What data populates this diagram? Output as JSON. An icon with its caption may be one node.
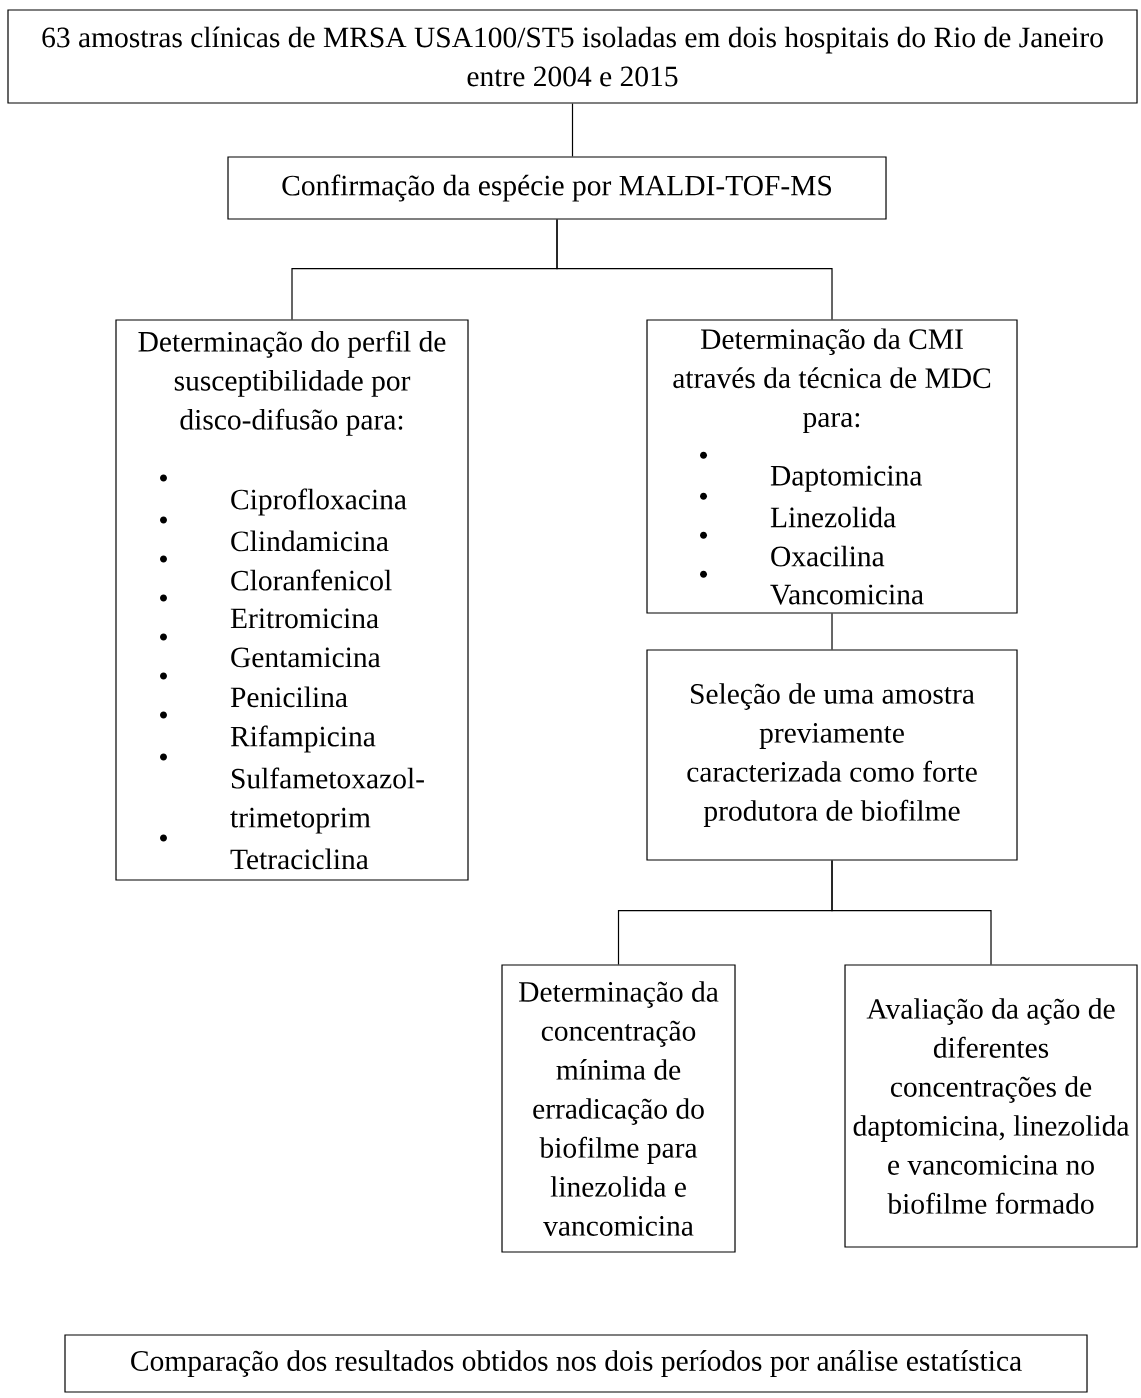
{
  "diagram": {
    "nodes": [
      {
        "text": [
          "63 amostras clínicas de MRSA USA100/ST5 isoladas em dois hospitais do Rio de Janeiro entre 2004 e 2015"
        ]
      },
      {
        "text": [
          "Confirmação da espécie por MALDI-TOF-MS"
        ]
      },
      {
        "text": [
          "Determinação do perfil de susceptibilidade por disco-difusão para:",
          "Ciprofloxacina",
          "Clindamicina",
          "Cloranfenicol",
          "Eritromicina",
          "Gentamicina",
          "Penicilina",
          "Rifampicina",
          "Sulfametoxazol-trimetoprim",
          "Tetraciclina"
        ]
      },
      {
        "text": [
          "Determinação da CMI através da técnica de MDC para:",
          "Daptomicina",
          "Linezolida",
          "Oxacilina",
          "Vancomicina"
        ]
      },
      {
        "text": [
          "Seleção de uma amostra previamente caracterizada como forte produtora de biofilme"
        ]
      },
      {
        "text": [
          "Determinação da concentração mínima de erradicação do biofilme para linezolida e vancomicina"
        ]
      },
      {
        "text": [
          "Avaliação da ação de diferentes concentrações de daptomicina, linezolida e vancomicina no biofilme formado"
        ]
      },
      {
        "text": [
          "Comparação dos resultados obtidos nos dois períodos por análise estatística"
        ]
      }
    ],
    "edges": [
      {
        "from": 0,
        "to": 1,
        "arrow": "none"
      },
      {
        "from": 1,
        "to": 2,
        "arrow": "none"
      },
      {
        "from": 1,
        "to": 3,
        "arrow": "none"
      },
      {
        "from": 3,
        "to": 4,
        "arrow": "none"
      },
      {
        "from": 4,
        "to": 5,
        "arrow": "none"
      },
      {
        "from": 4,
        "to": 6,
        "arrow": "none"
      }
    ]
  }
}
